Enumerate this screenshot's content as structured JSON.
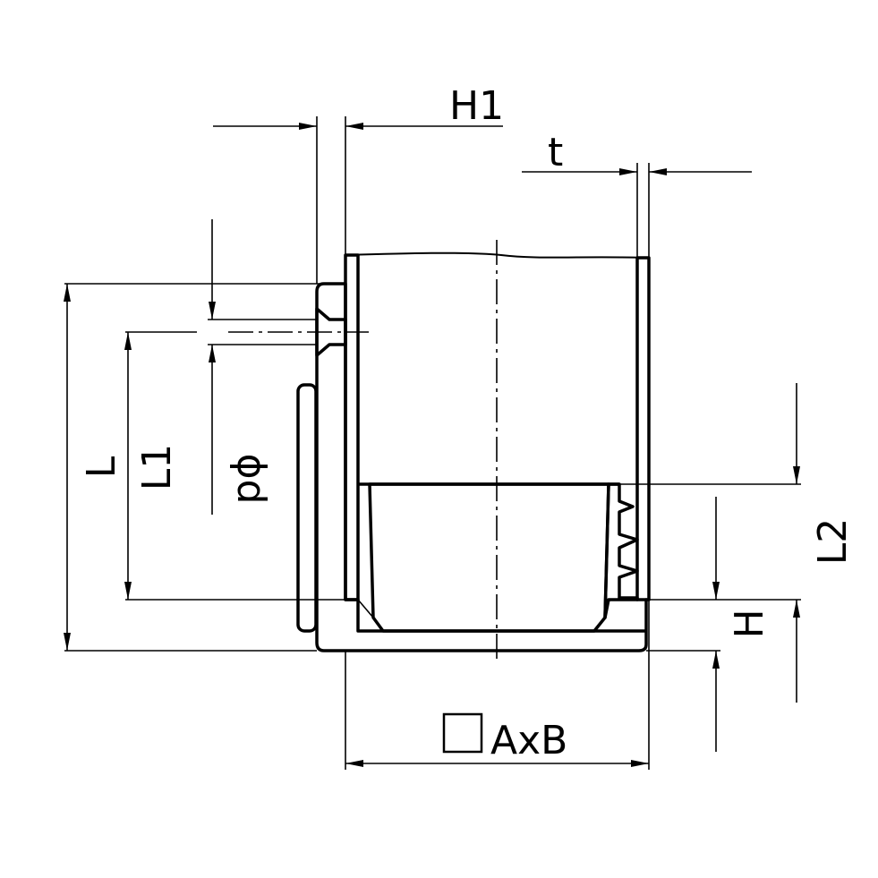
{
  "title": "Square tube end cap with threaded insert – sectional drawing",
  "labels": {
    "h1": "H1",
    "t": "t",
    "l": "L",
    "l1": "L1",
    "p_phi": "pϕ",
    "l2": "L2",
    "h": "H",
    "axb": "AxB"
  },
  "colors": {
    "line": "#000000",
    "background": "#ffffff"
  }
}
